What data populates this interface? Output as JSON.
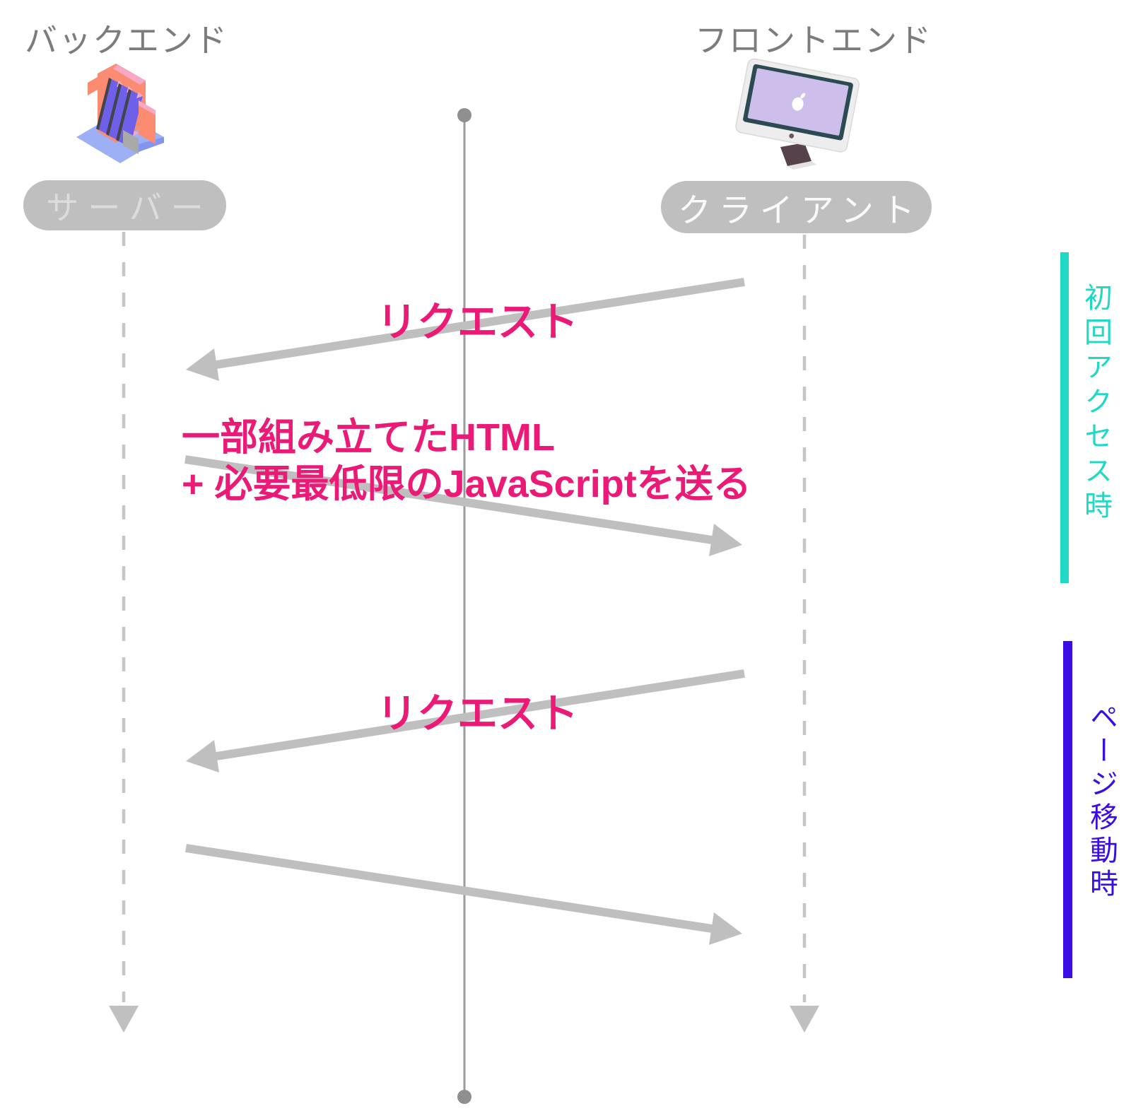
{
  "backend": {
    "title": "バックエンド",
    "actor": "サーバー",
    "icon": "server-folder-icon"
  },
  "frontend": {
    "title": "フロントエンド",
    "actor": "クライアント",
    "icon": "imac-monitor-icon"
  },
  "messages": [
    {
      "label": "リクエスト",
      "direction": "client-to-server"
    },
    {
      "line1": "一部組み立てたHTML",
      "line2": "+ 必要最低限のJavaScriptを送る",
      "direction": "server-to-client"
    },
    {
      "label": "リクエスト",
      "direction": "client-to-server"
    },
    {
      "label": "",
      "direction": "server-to-client"
    }
  ],
  "phases": [
    {
      "label": "初回アクセス時",
      "color": "#1FD9C4"
    },
    {
      "label": "ページ移動時",
      "color": "#3A0DE4"
    }
  ],
  "colors": {
    "message_label_pink": "#EB1A77",
    "arrow_gray": "#BFBFBF",
    "lifeline_gray": "#C6C6C6",
    "timeline_gray": "#9B9B9B",
    "header_text_gray": "#7C7C7C",
    "pill_background": "#BFBFBF",
    "first_access_cyan": "#1FD9C4",
    "page_nav_blue": "#3A0DE4"
  }
}
